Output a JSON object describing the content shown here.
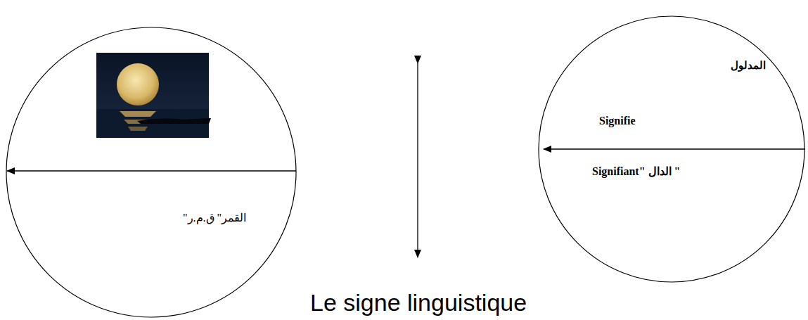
{
  "diagram": {
    "caption": "Le signe linguistique",
    "nodes": [
      {
        "text": [
          "القمر\" ق.م.ر\""
        ]
      },
      {
        "text": [
          "المدلول",
          "Signifie",
          "Signifiant\" الدال \""
        ]
      }
    ]
  }
}
